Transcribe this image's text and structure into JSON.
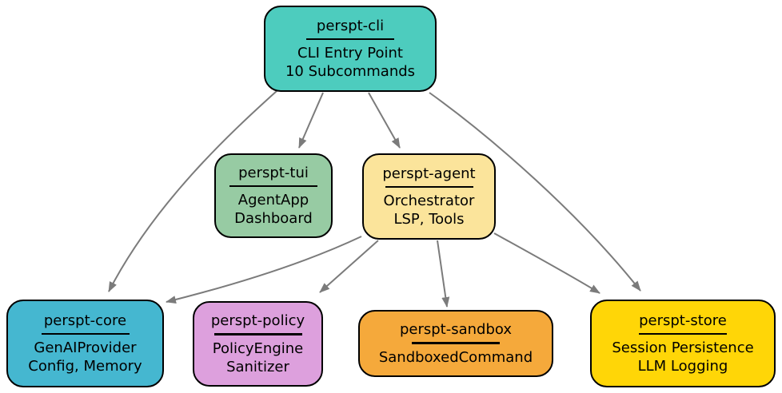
{
  "diagram": {
    "type": "dependency-graph",
    "background": "#ffffff"
  },
  "colors": {
    "edge": "#7b7b7b",
    "node_border": "#000000",
    "text": "#000000"
  },
  "nodes": [
    {
      "id": "perspt-cli",
      "title": "perspt-cli",
      "line1": "CLI Entry Point",
      "line2": "10 Subcommands",
      "color": "#4dccbe"
    },
    {
      "id": "perspt-tui",
      "title": "perspt-tui",
      "line1": "AgentApp",
      "line2": "Dashboard",
      "color": "#97cba3"
    },
    {
      "id": "perspt-agent",
      "title": "perspt-agent",
      "line1": "Orchestrator",
      "line2": "LSP, Tools",
      "color": "#fbe49b"
    },
    {
      "id": "perspt-core",
      "title": "perspt-core",
      "line1": "GenAIProvider",
      "line2": "Config, Memory",
      "color": "#45b7d0"
    },
    {
      "id": "perspt-policy",
      "title": "perspt-policy",
      "line1": "PolicyEngine",
      "line2": "Sanitizer",
      "color": "#dda0dd"
    },
    {
      "id": "perspt-sandbox",
      "title": "perspt-sandbox",
      "line1": "SandboxedCommand",
      "line2": "",
      "color": "#f5a93b"
    },
    {
      "id": "perspt-store",
      "title": "perspt-store",
      "line1": "Session Persistence",
      "line2": "LLM Logging",
      "color": "#ffd607"
    }
  ],
  "edges": [
    {
      "from": "perspt-cli",
      "to": "perspt-core"
    },
    {
      "from": "perspt-cli",
      "to": "perspt-tui"
    },
    {
      "from": "perspt-cli",
      "to": "perspt-agent"
    },
    {
      "from": "perspt-cli",
      "to": "perspt-store"
    },
    {
      "from": "perspt-agent",
      "to": "perspt-core"
    },
    {
      "from": "perspt-agent",
      "to": "perspt-policy"
    },
    {
      "from": "perspt-agent",
      "to": "perspt-sandbox"
    },
    {
      "from": "perspt-agent",
      "to": "perspt-store"
    }
  ]
}
